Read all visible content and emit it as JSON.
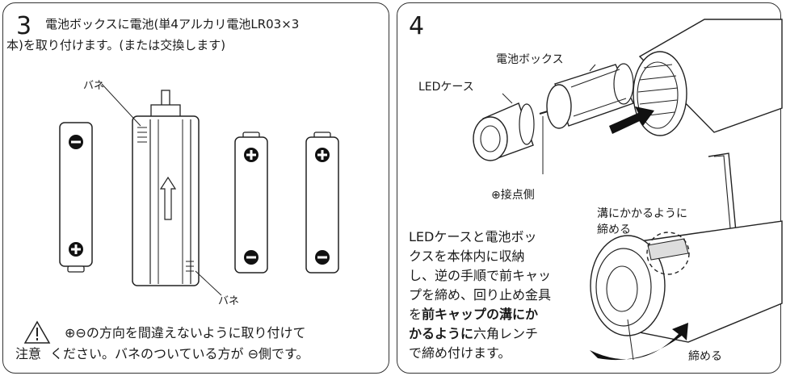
{
  "step3": {
    "number": "3",
    "line1": "電池ボックスに電池(単4アルカリ電池LR03×3",
    "line2": "本)を取り付けます。(または交換します)",
    "spring_top": "バネ",
    "spring_bottom": "バネ",
    "caution_line1": "⊕⊖の方向を間違えないように取り付けて",
    "caution_label": "注意",
    "caution_line2": "ください。バネのついている方が ⊖側です。"
  },
  "step4": {
    "number": "4",
    "battery_box_label": "電池ボックス",
    "led_case_label": "LEDケース",
    "contact_label": "⊕接点側",
    "groove_label_1": "溝にかかるように",
    "groove_label_2": "締める",
    "tighten_label": "締める",
    "desc": [
      "LEDケースと電池ボッ",
      "クスを本体内に収納",
      "し、逆の手順で前キャッ",
      "プを締め、回り止め金具"
    ],
    "desc5_pre": "を",
    "desc5_bold": "前キャップの溝にか",
    "desc6_bold": "かるように",
    "desc6_post": "六角レンチ",
    "desc7": "で締め付けます。"
  },
  "colors": {
    "border": "#333333",
    "text": "#1a1a1a",
    "fill_light": "#f2f2f2"
  }
}
